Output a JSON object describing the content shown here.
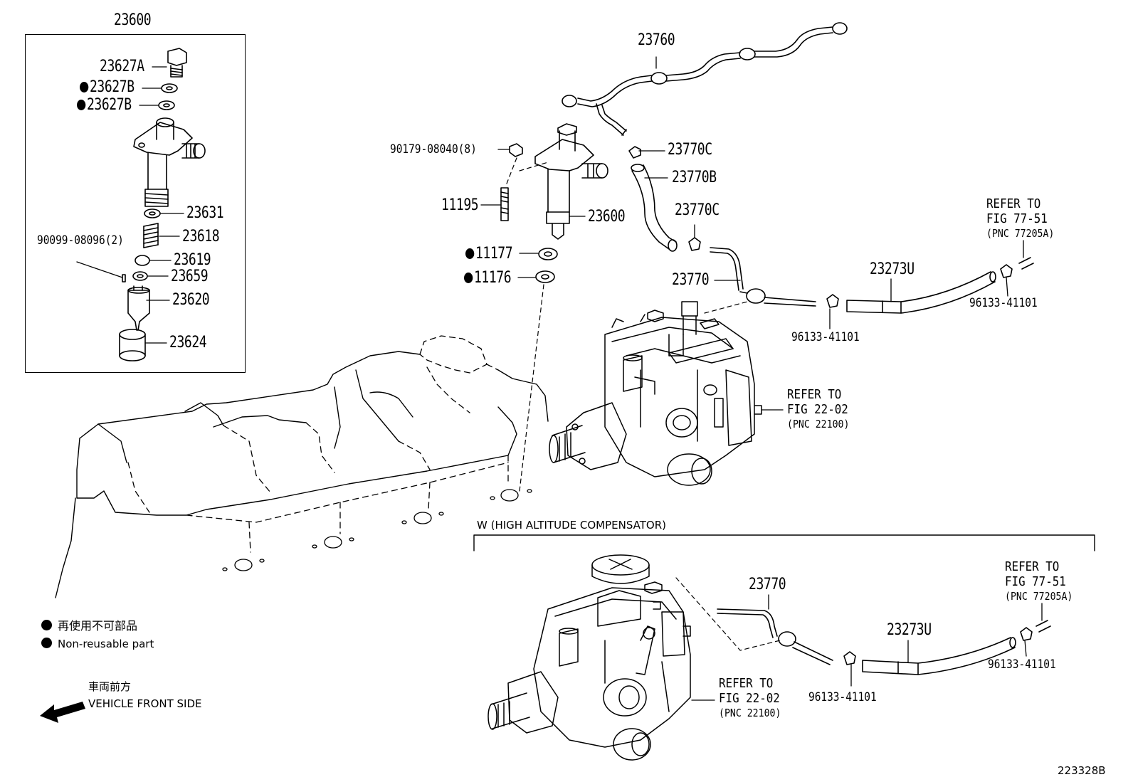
{
  "kit_box": {
    "title": "23600"
  },
  "parts": {
    "p23627A": "23627A",
    "p23627B_1": "23627B",
    "p23627B_2": "23627B",
    "p23631": "23631",
    "p23618": "23618",
    "p90099": "90099-08096(2)",
    "p23619": "23619",
    "p23659": "23659",
    "p23620": "23620",
    "p23624": "23624",
    "p90179": "90179-08040(8)",
    "p11195": "11195",
    "p23600": "23600",
    "p11177": "11177",
    "p11176": "11176",
    "p23760": "23760",
    "p23770C_1": "23770C",
    "p23770B": "23770B",
    "p23770C_2": "23770C",
    "p23770": "23770",
    "p23273U": "23273U",
    "p96133_a": "96133-41101",
    "p96133_b": "96133-41101",
    "w_23770": "23770",
    "w_23273U": "23273U",
    "w_96133_a": "96133-41101",
    "w_96133_b": "96133-41101"
  },
  "references": {
    "ref_77_51_top": {
      "line1": "REFER TO",
      "line2": "FIG 77-51",
      "pnc": "(PNC 77205A)"
    },
    "ref_22_02_top": {
      "line1": "REFER TO",
      "line2": "FIG 22-02",
      "pnc": "(PNC 22100)"
    },
    "ref_77_51_w": {
      "line1": "REFER TO",
      "line2": "FIG 77-51",
      "pnc": "(PNC 77205A)"
    },
    "ref_22_02_w": {
      "line1": "REFER TO",
      "line2": "FIG 22-02",
      "pnc": "(PNC 22100)"
    }
  },
  "variant": {
    "label": "W (HIGH ALTITUDE COMPENSATOR)"
  },
  "legend": {
    "jp": "再使用不可部品",
    "en": "Non-reusable part"
  },
  "direction": {
    "jp": "車両前方",
    "en": "VEHICLE FRONT SIDE"
  },
  "figure_id": "223328B"
}
